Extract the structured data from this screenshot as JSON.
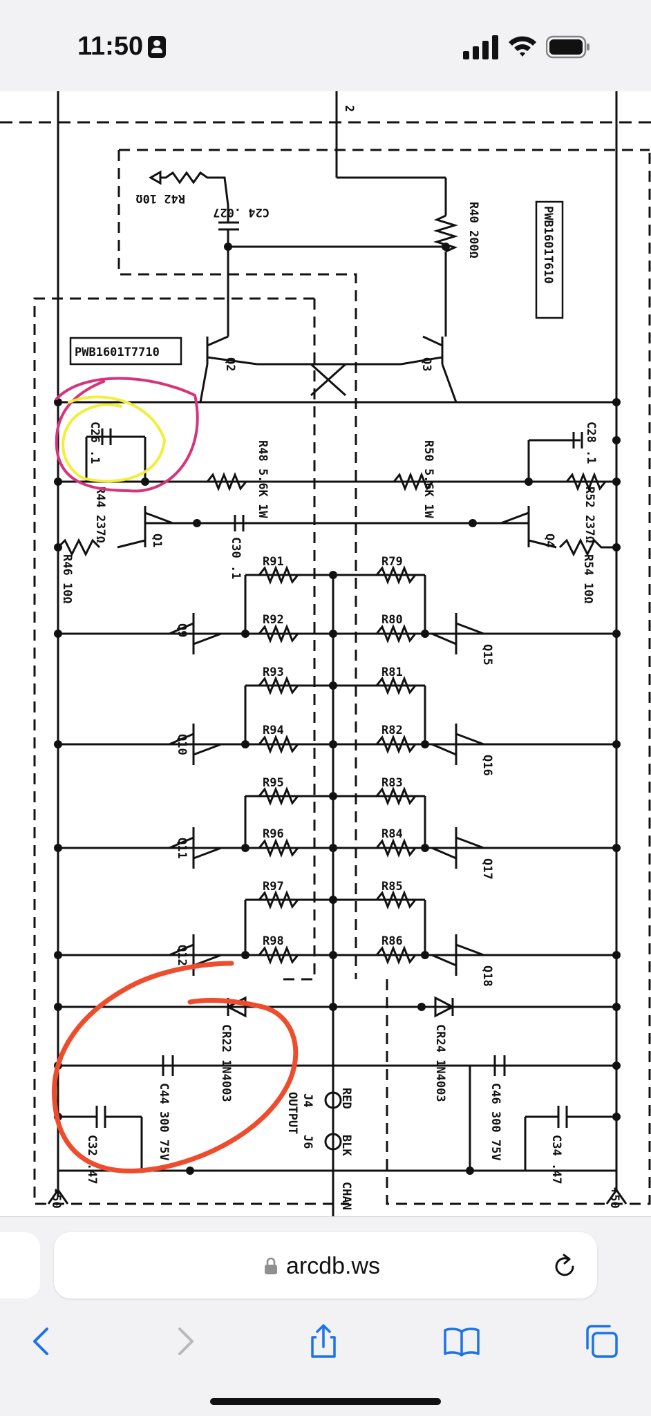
{
  "status_bar": {
    "time": "11:50"
  },
  "schematic": {
    "board_labels": [
      "PWB1601T7710",
      "PWB1601T610"
    ],
    "components": {
      "r42": "R42 10Ω",
      "c24": "C24 .027",
      "r40": "R40 200Ω",
      "q2": "Q2",
      "q3": "Q3",
      "c26": "C26 .1",
      "r44": "R44 237Ω",
      "r48": "R48 5.6K 1W",
      "r50": "R50 5.6K 1W",
      "c28": "C28 .1",
      "r52": "R52 237Ω",
      "q1": "Q1",
      "r46": "R46 10Ω",
      "c30": "C30 .1",
      "q4": "Q4",
      "r54": "R54 10Ω",
      "r_left": [
        "R91",
        "R92",
        "R93",
        "R94",
        "R95",
        "R96",
        "R97",
        "R98"
      ],
      "r_right": [
        "R79",
        "R80",
        "R81",
        "R82",
        "R83",
        "R84",
        "R85",
        "R86"
      ],
      "q_left": [
        "Q9",
        "Q10",
        "Q11",
        "Q12"
      ],
      "q_right": [
        "Q15",
        "Q16",
        "Q17",
        "Q18"
      ],
      "cr22": "CR22 1N4003",
      "cr24": "CR24 1N4003",
      "c44": "C44 300 75V",
      "c46": "C46 300 75V",
      "c32": "C32 .47",
      "c34": "C34 .47",
      "j4": "J4",
      "j6": "J6",
      "output": "OUTPUT",
      "red": "RED",
      "blk": "BLK",
      "chan": "CHAN",
      "neg50": "-50",
      "pos50": "+50",
      "top_node": "2"
    },
    "annotation_colors": {
      "magenta": "#d6337a",
      "yellow": "#f1ef3a",
      "red": "#ee4d2d"
    }
  },
  "browser": {
    "url": "arcdb.ws"
  }
}
